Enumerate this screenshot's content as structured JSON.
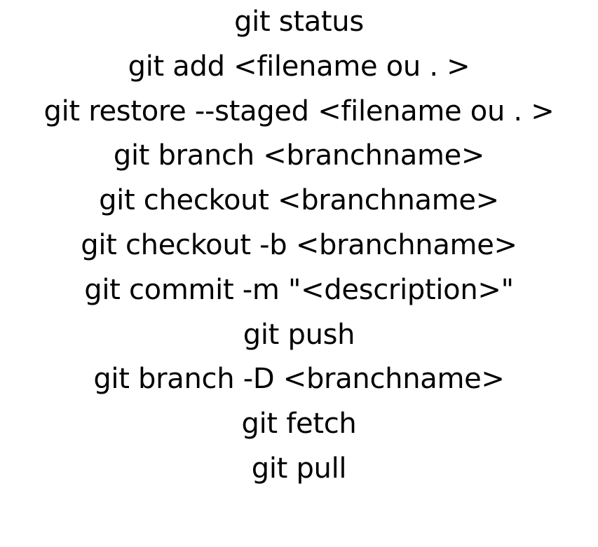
{
  "document": {
    "commands": [
      "git status",
      "git add <filename ou . >",
      "git restore --staged <filename ou . >",
      "git branch <branchname>",
      "git checkout <branchname>",
      "git checkout -b <branchname>",
      "git commit -m \"<description>\"",
      "git push",
      "git branch -D <branchname>",
      "git fetch",
      "git pull"
    ]
  },
  "colors": {
    "background": "#ffffff",
    "text": "#000000"
  }
}
